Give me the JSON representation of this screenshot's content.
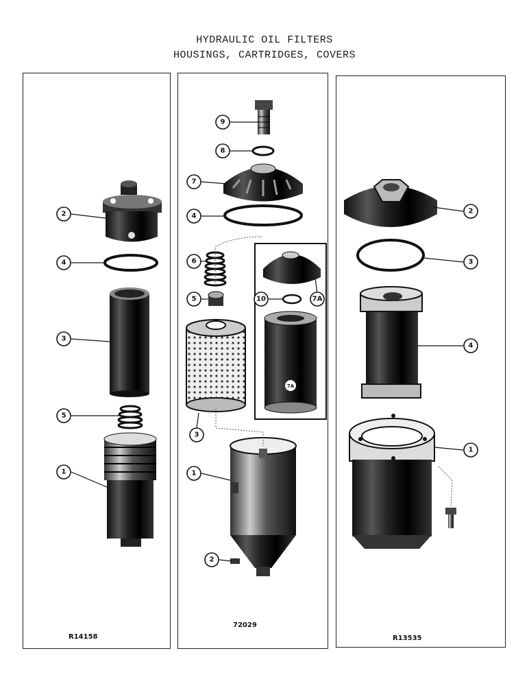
{
  "title": {
    "line1": "HYDRAULIC OIL FILTERS",
    "line2": "HOUSINGS, CARTRIDGES, COVERS"
  },
  "panels": {
    "left": {
      "code": "R14158"
    },
    "center": {
      "code": "72029"
    },
    "right": {
      "code": "R13535"
    }
  },
  "callouts": {
    "left": [
      "2",
      "4",
      "3",
      "5",
      "1"
    ],
    "center": [
      "9",
      "8",
      "7",
      "4",
      "6",
      "5",
      "3",
      "1",
      "2",
      "10",
      "7A"
    ],
    "right": [
      "2",
      "3",
      "4",
      "1"
    ]
  },
  "inset_label": "7A"
}
